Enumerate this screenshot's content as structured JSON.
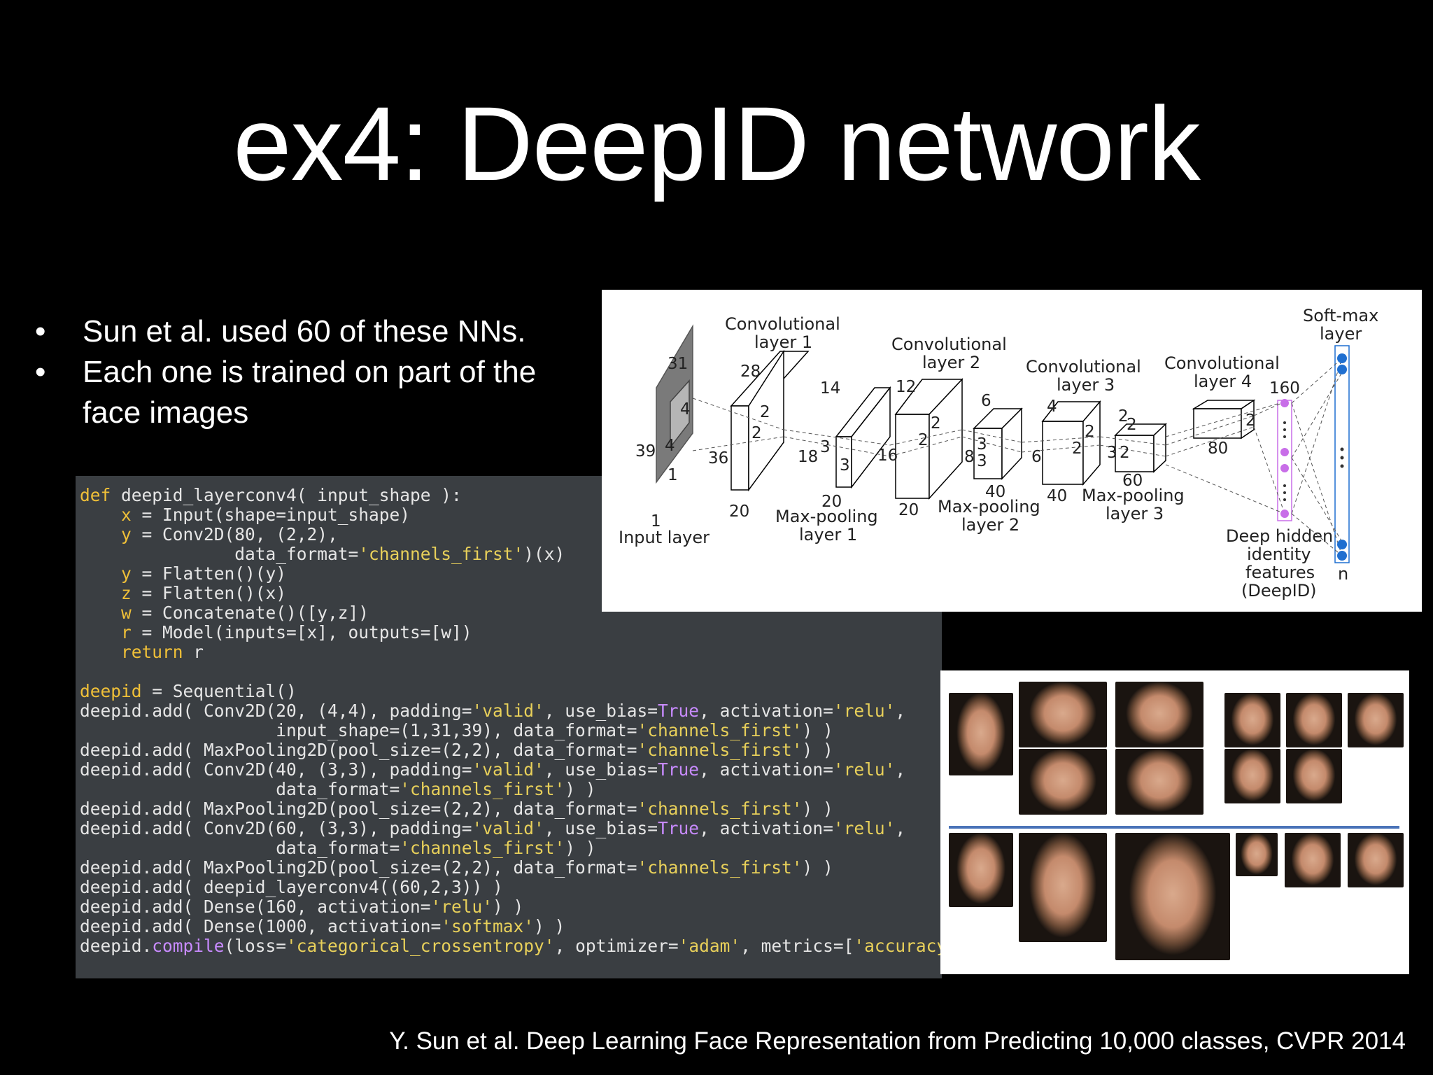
{
  "slide": {
    "title": "ex4: DeepID network",
    "bullets": [
      "Sun et al. used 60 of these NNs.",
      "Each one is trained on part of the",
      "face images"
    ],
    "bullet_glyph": "•",
    "citation": "Y. Sun et al. Deep Learning Face Representation from Predicting 10,000 classes, CVPR 2014"
  },
  "code": {
    "lines": [
      "def deepid_layerconv4( input_shape ):",
      "    x = Input(shape=input_shape)",
      "    y = Conv2D(80, (2,2),",
      "               data_format='channels_first')(x)",
      "    y = Flatten()(y)",
      "    z = Flatten()(x)",
      "    w = Concatenate()([y,z])",
      "    r = Model(inputs=[x], outputs=[w])",
      "    return r",
      "",
      "deepid = Sequential()",
      "deepid.add( Conv2D(20, (4,4), padding='valid', use_bias=True, activation='relu',",
      "                   input_shape=(1,31,39), data_format='channels_first') )",
      "deepid.add( MaxPooling2D(pool_size=(2,2), data_format='channels_first') )",
      "deepid.add( Conv2D(40, (3,3), padding='valid', use_bias=True, activation='relu',",
      "                   data_format='channels_first') )",
      "deepid.add( MaxPooling2D(pool_size=(2,2), data_format='channels_first') )",
      "deepid.add( Conv2D(60, (3,3), padding='valid', use_bias=True, activation='relu',",
      "                   data_format='channels_first') )",
      "deepid.add( MaxPooling2D(pool_size=(2,2), data_format='channels_first') )",
      "deepid.add( deepid_layerconv4((60,2,3)) )",
      "deepid.add( Dense(160, activation='relu') )",
      "deepid.add( Dense(1000, activation='softmax') )",
      "deepid.compile(loss='categorical_crossentropy', optimizer='adam', metrics=['accuracy'])"
    ]
  },
  "diagram": {
    "labels": {
      "input_layer": "Input layer",
      "conv1": [
        "Convolutional",
        "layer 1"
      ],
      "conv2": [
        "Convolutional",
        "layer 2"
      ],
      "conv3": [
        "Convolutional",
        "layer 3"
      ],
      "conv4": [
        "Convolutional",
        "layer 4"
      ],
      "pool1": [
        "Max-pooling",
        "layer 1"
      ],
      "pool2": [
        "Max-pooling",
        "layer 2"
      ],
      "pool3": [
        "Max-pooling",
        "layer 3"
      ],
      "softmax": [
        "Soft-max",
        "layer"
      ],
      "deepid": [
        "Deep hidden",
        "identity",
        "features",
        "(DeepID)"
      ],
      "n": "n"
    },
    "dims": {
      "input": [
        "31",
        "39",
        "1",
        "4",
        "4",
        "1"
      ],
      "conv1": [
        "28",
        "36",
        "20",
        "2",
        "2"
      ],
      "pool1": [
        "14",
        "18",
        "20",
        "3",
        "3"
      ],
      "conv2": [
        "12",
        "16",
        "20",
        "2",
        "2"
      ],
      "pool2": [
        "6",
        "8",
        "40",
        "3",
        "3"
      ],
      "conv3": [
        "4",
        "6",
        "40",
        "2",
        "2"
      ],
      "pool3": [
        "3",
        "2",
        "60",
        "2",
        "2"
      ],
      "conv4": [
        "2",
        "80",
        "60",
        "2"
      ],
      "fc": "160"
    }
  },
  "colors": {
    "background": "#000000",
    "code_bg": "#3a3e42",
    "code_keyword": "#f0c038",
    "code_string": "#e8d05a",
    "code_bool": "#c88bff",
    "deepid_neurons": "#c86ee8",
    "softmax_neurons": "#1f6fd0",
    "face_separator": "#4a73b8"
  },
  "faces": {
    "count": 15
  }
}
